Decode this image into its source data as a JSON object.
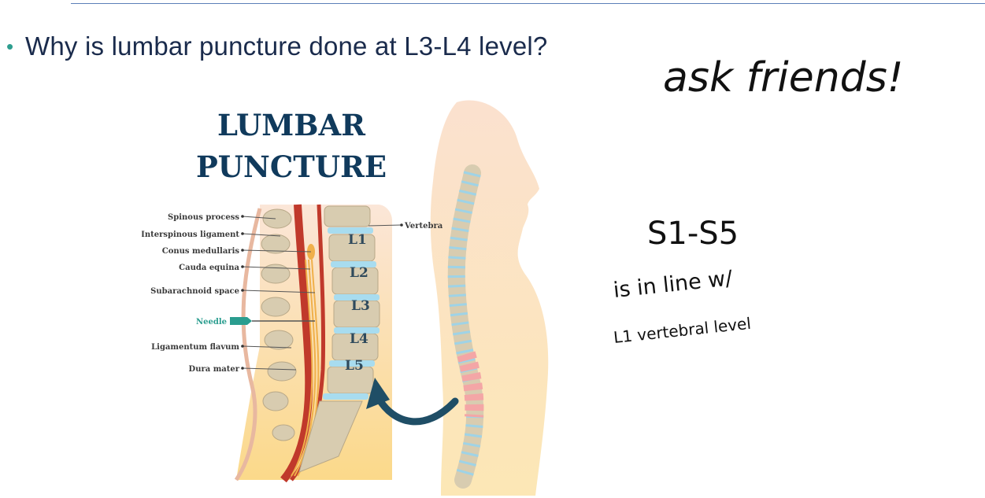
{
  "slide": {
    "bullet": "•",
    "question": "Why is lumbar puncture done at L3-L4 level?"
  },
  "figure": {
    "title_line1": "LUMBAR",
    "title_line2": "PUNCTURE",
    "labels": {
      "spinous_process": "Spinous process",
      "interspinous_ligament": "Interspinous ligament",
      "conus_medullaris": "Conus medullaris",
      "cauda_equina": "Cauda equina",
      "subarachnoid_space": "Subarachnoid space",
      "needle": "Needle",
      "ligamentum_flavum": "Ligamentum flavum",
      "dura_mater": "Dura mater",
      "vertebra": "Vertebra"
    },
    "levels": [
      "L1",
      "L2",
      "L3",
      "L4",
      "L5"
    ],
    "colors": {
      "title": "#103a5c",
      "needle": "#2a9d8f",
      "cord": "#c0392b",
      "vertebra": "#d8ccb0",
      "disc": "#a8dcef",
      "arrow": "#1f4e66"
    }
  },
  "annotations": {
    "note1": "ask friends!",
    "note2_line1": "S1-S5",
    "note2_line2": "is in line w/",
    "note2_line3": "L1 vertebral level"
  }
}
